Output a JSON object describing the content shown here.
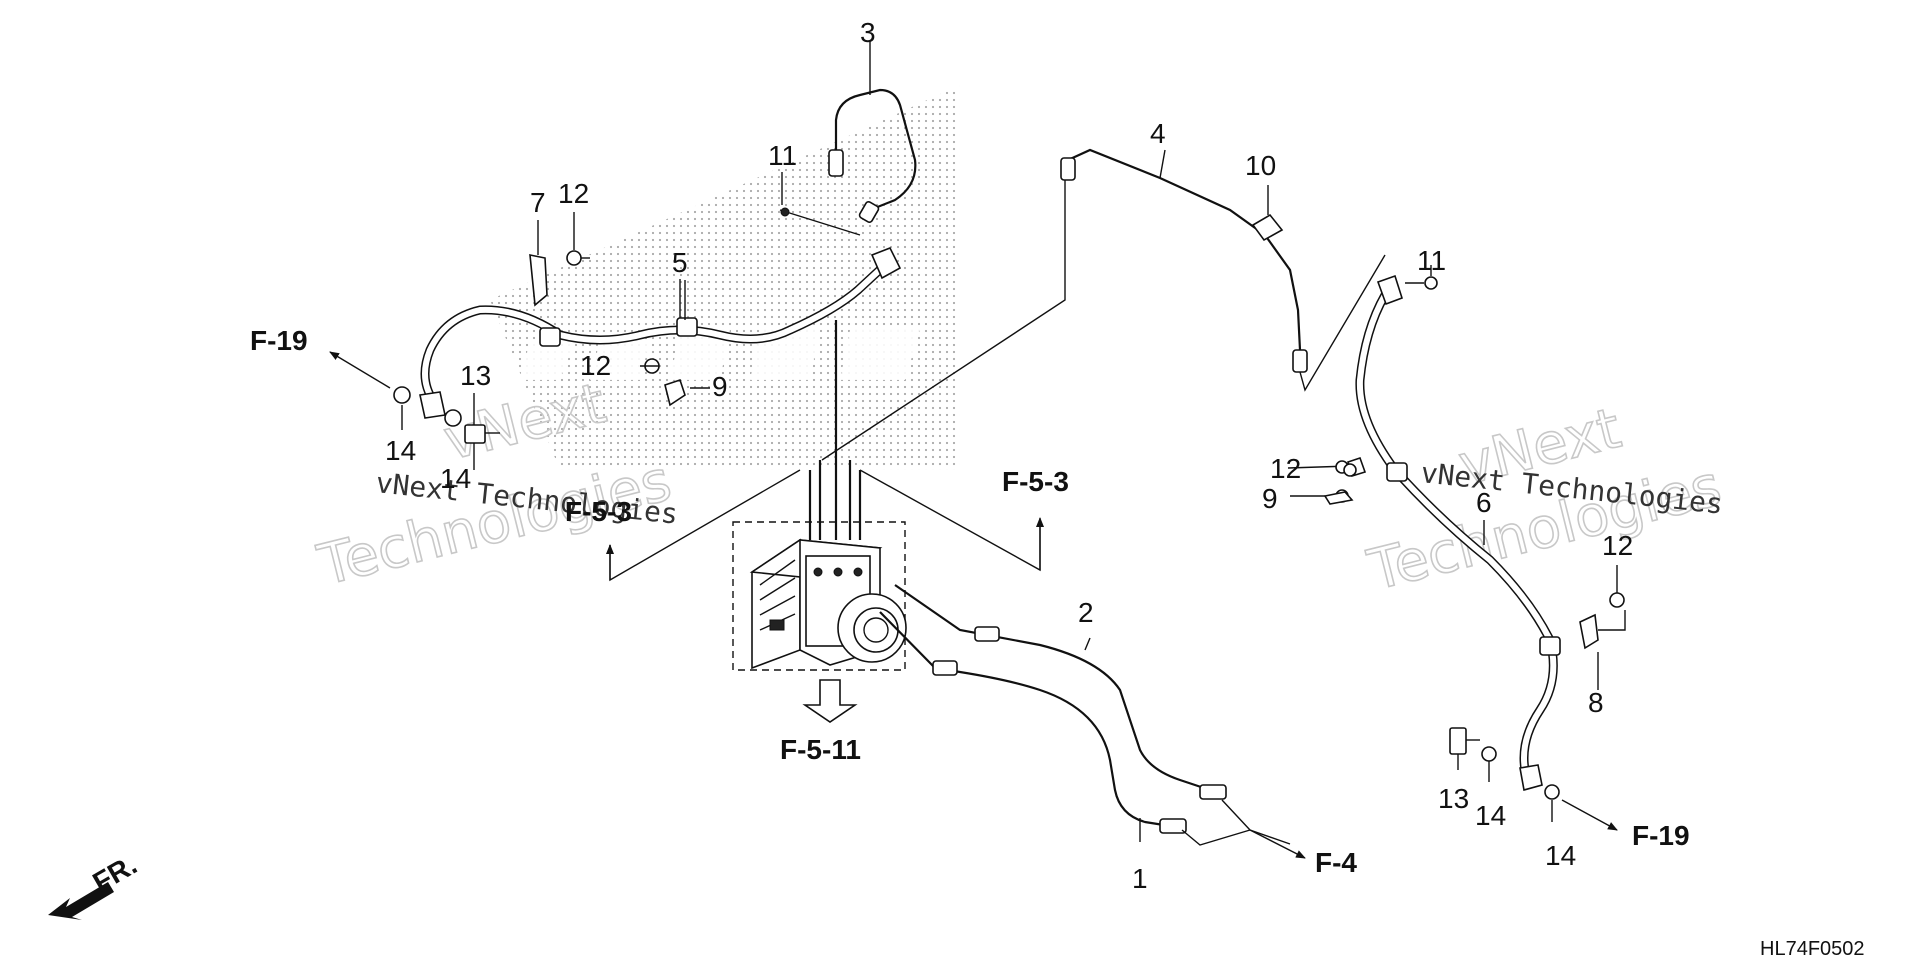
{
  "diagram_code": "HL74F0502",
  "front_indicator": "FR.",
  "part_numbers": {
    "p1": "1",
    "p2": "2",
    "p3": "3",
    "p4": "4",
    "p5": "5",
    "p6": "6",
    "p8": "8",
    "p7": "7",
    "p10": "10",
    "p9_a": "9",
    "p9_b": "9",
    "p11_a": "11",
    "p11_b": "11",
    "p12_a": "12",
    "p12_b": "12",
    "p12_c": "12",
    "p12_d": "12",
    "p13_a": "13",
    "p13_b": "13",
    "p14_a": "14",
    "p14_b": "14",
    "p14_c": "14",
    "p14_d": "14"
  },
  "section_refs": {
    "f19_left": "F-19",
    "f19_right": "F-19",
    "f53_right": "F-5-3",
    "f53_left": "F-5-3",
    "f511": "F-5-11",
    "f4": "F-4"
  },
  "watermarks": {
    "line_left": "vNext Technologies",
    "line_right": "vNext Technologies",
    "big_vnext": "vNext",
    "big_technologies": "Technologies"
  }
}
